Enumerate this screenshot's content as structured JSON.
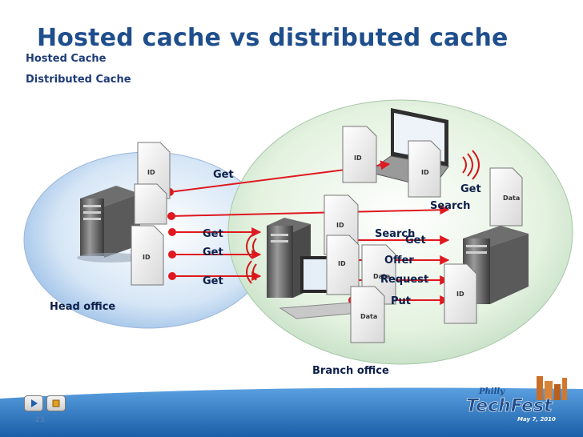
{
  "slide": {
    "title": "Hosted cache vs distributed cache",
    "subtitle_1": "Hosted Cache",
    "subtitle_2": "Distributed Cache",
    "slide_number": "23"
  },
  "labels": {
    "head_office": "Head office",
    "branch_office": "Branch office",
    "get_1": "Get",
    "get_2": "Get",
    "get_3": "Get",
    "get_4": "Get",
    "get_5": "Get",
    "get_6": "Get",
    "search_1": "Search",
    "search_2": "Search",
    "offer": "Offer",
    "request": "Request",
    "put": "Put"
  },
  "docs": {
    "id": "ID",
    "data": "Data"
  },
  "logo": {
    "line1": "Philly",
    "line2": "TechFest",
    "date": "May 7, 2010"
  },
  "colors": {
    "title": "#1f4e8c",
    "arrow": "#e01820",
    "footer": "#1f6fb8"
  }
}
